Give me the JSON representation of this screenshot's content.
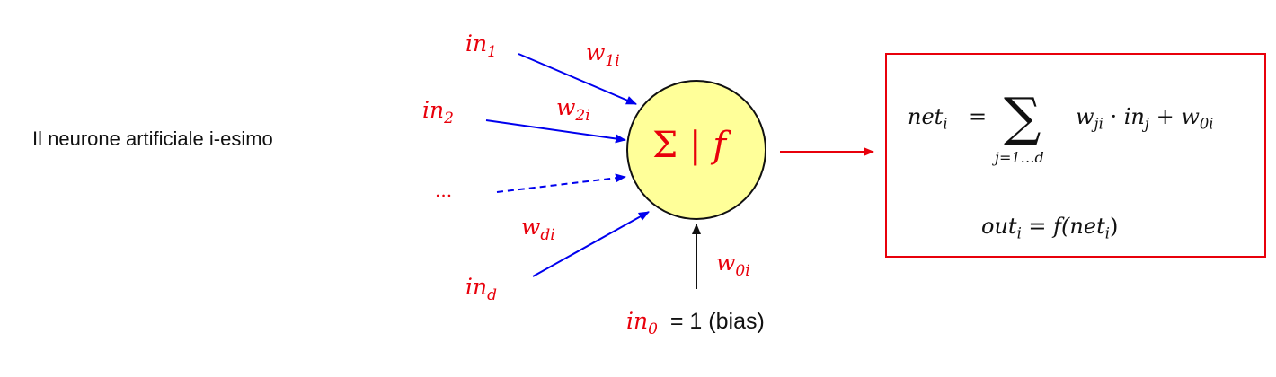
{
  "caption": "Il neurone artificiale i-esimo",
  "neuron": {
    "sigma": "Σ",
    "sep": "|",
    "f": "f"
  },
  "inputs": {
    "in1": {
      "base": "in",
      "sub": "1"
    },
    "in2": {
      "base": "in",
      "sub": "2"
    },
    "dots": "...",
    "ind": {
      "base": "in",
      "sub": "d"
    },
    "in0": {
      "base": "in",
      "sub": "0",
      "suffix": "= 1 (bias)"
    }
  },
  "weights": {
    "w1i": {
      "base": "w",
      "sub": "1i"
    },
    "w2i": {
      "base": "w",
      "sub": "2i"
    },
    "wdi": {
      "base": "w",
      "sub": "di"
    },
    "w0i": {
      "base": "w",
      "sub": "0i"
    }
  },
  "formula": {
    "net_lhs": "net",
    "net_lhs_sub": "i",
    "equals": "=",
    "sigma": "∑",
    "sigma_sub": "j=1…d",
    "term_w": "w",
    "term_w_sub": "ji",
    "dot": "·",
    "term_in": "in",
    "term_in_sub": "j",
    "plus": "+",
    "term_w0": "w",
    "term_w0_sub": "0i",
    "out_lhs": "out",
    "out_lhs_sub": "i",
    "out_rhs_f": "f(net",
    "out_rhs_sub": "i",
    "out_rhs_close": ")"
  },
  "colors": {
    "red": "#e8000b",
    "blue": "#0000ee",
    "neuron_fill": "#ffff99"
  }
}
